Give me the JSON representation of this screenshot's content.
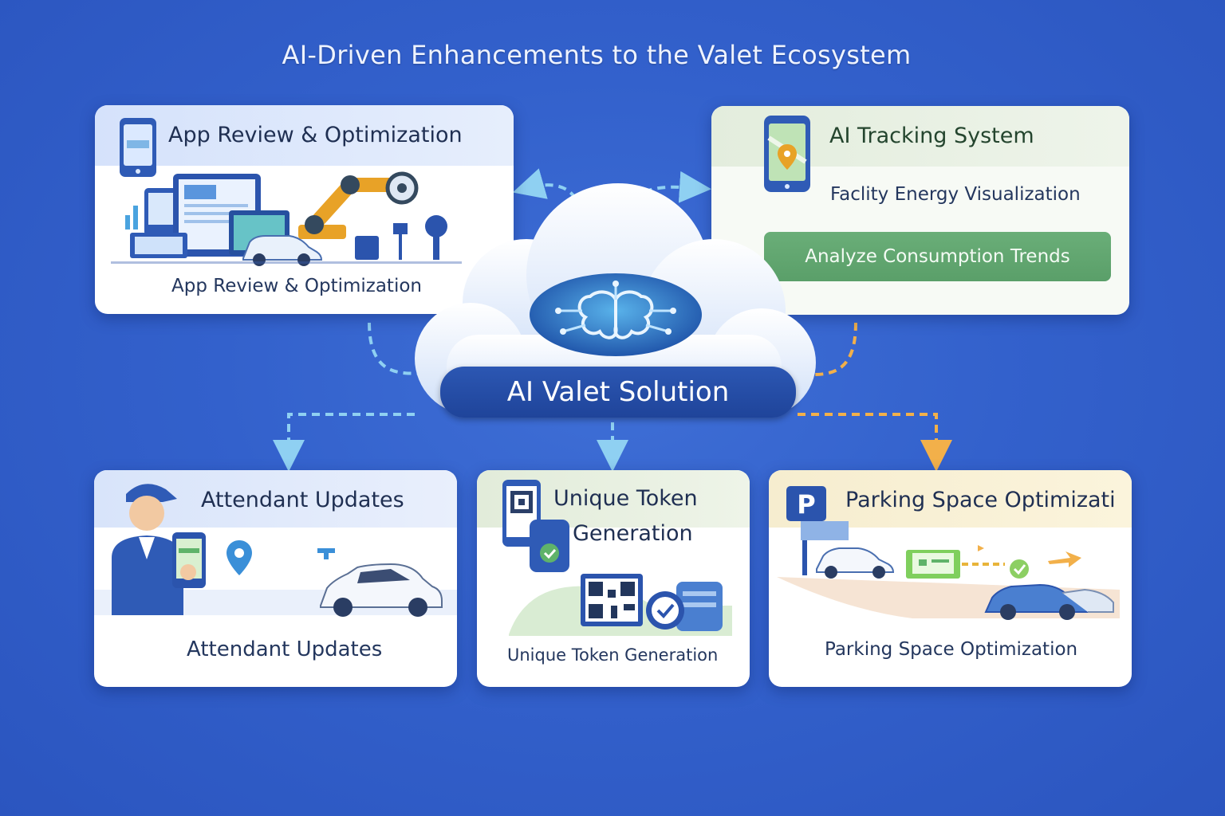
{
  "title": "AI-Driven Enhancements to the Valet Ecosystem",
  "hub": {
    "label": "AI Valet Solution",
    "icon": "brain-circuit-icon"
  },
  "cards": {
    "app_review": {
      "heading": "App Review & Optimization",
      "caption": "App Review & Optimization",
      "icons": [
        "smartphone-icon",
        "dashboard-screens-icon",
        "robotic-arm-icon",
        "car-icon"
      ]
    },
    "tracking": {
      "heading": "AI Tracking System",
      "caption": "Faclity Energy Visualization",
      "button": "Analyze Consumption Trends",
      "icons": [
        "map-phone-icon"
      ]
    },
    "attendant": {
      "heading": "Attendant Updates",
      "caption": "Attendant Updates",
      "icons": [
        "attendant-person-icon",
        "location-pin-icon",
        "car-icon"
      ]
    },
    "token": {
      "heading_line1": "Unique Token",
      "heading_line2": "Generation",
      "caption": "Unique Token Generation",
      "icons": [
        "qr-phone-icon",
        "qr-code-icon",
        "check-badge-icon"
      ]
    },
    "parking": {
      "heading": "Parking Space Optimizati",
      "caption": "Parking Space Optimization",
      "icons": [
        "parking-sign-icon",
        "car-icon",
        "ticket-icon",
        "arrow-icon"
      ]
    }
  },
  "colors": {
    "background": "#3361cc",
    "connector_blue": "#8fd0f2",
    "connector_orange": "#f2b04a",
    "hub_label": "#1f449a",
    "button_green": "#5fa46e"
  }
}
